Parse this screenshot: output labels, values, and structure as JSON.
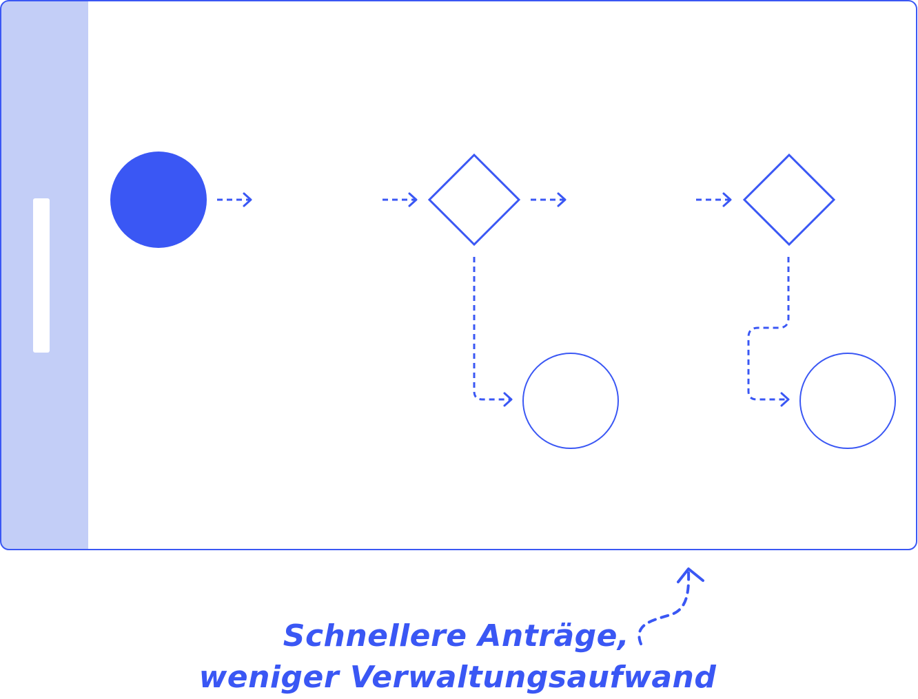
{
  "caption": {
    "line1": "Schnellere Anträge,",
    "line2": "weniger Verwaltungsaufwand"
  },
  "colors": {
    "accent": "#3a57f4",
    "sidebar": "#c3cef7",
    "frame_border": "#3a57f4",
    "background": "#ffffff"
  },
  "diagram": {
    "nodes": [
      {
        "id": "start",
        "shape": "filled-circle"
      },
      {
        "id": "decision-1",
        "shape": "diamond"
      },
      {
        "id": "decision-2",
        "shape": "diamond"
      },
      {
        "id": "end-1",
        "shape": "circle"
      },
      {
        "id": "end-2",
        "shape": "circle"
      }
    ],
    "edges": [
      {
        "from": "start",
        "to": "decision-1",
        "style": "dashed"
      },
      {
        "from": "decision-1",
        "to": "decision-2",
        "style": "dashed"
      },
      {
        "from": "decision-1",
        "to": "end-1",
        "style": "dashed"
      },
      {
        "from": "decision-2",
        "to": "end-2",
        "style": "dashed"
      }
    ]
  }
}
